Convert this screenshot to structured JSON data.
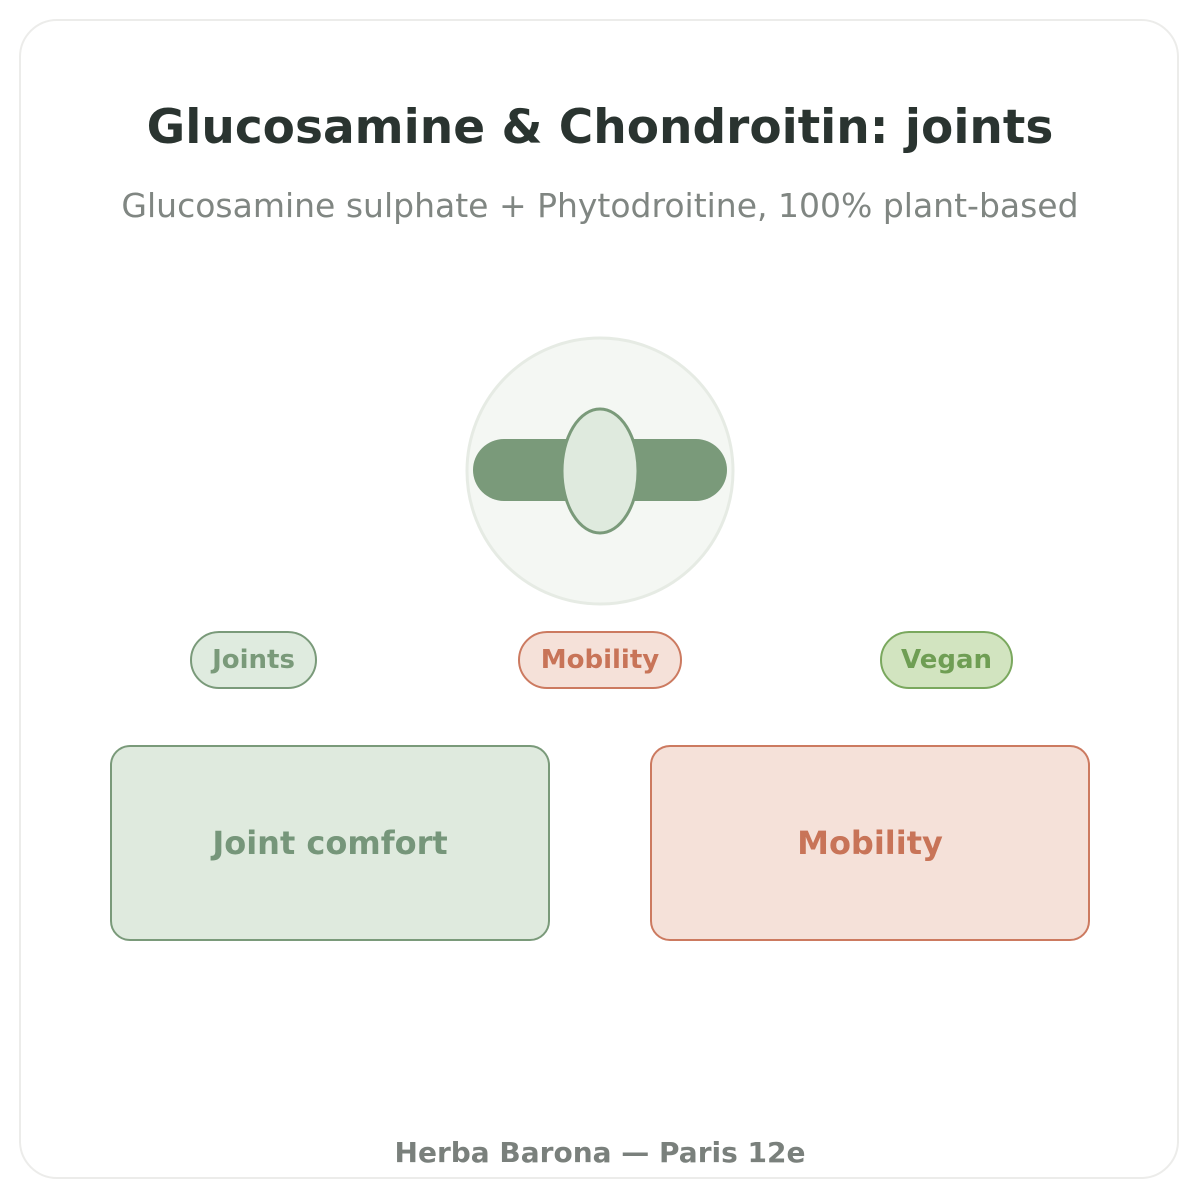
{
  "header": {
    "title": "Glucosamine & Chondroitin: joints",
    "subtitle": "Glucosamine sulphate + Phytodroitine, 100% plant-based"
  },
  "emblem": {
    "icon": "joint-icon",
    "colors": {
      "circle_fill": "#f4f7f3",
      "circle_stroke": "#e6ebe4",
      "bone": "#7a9a7a",
      "cartilage_fill": "#dfeade",
      "cartilage_stroke": "#7a9a7a"
    }
  },
  "tags": [
    {
      "label": "Joints",
      "color": "#7a9a7a"
    },
    {
      "label": "Mobility",
      "color": "#c87458"
    },
    {
      "label": "Vegan",
      "color": "#6f9e54"
    }
  ],
  "benefits": [
    {
      "label": "Joint comfort",
      "color": "#76967a"
    },
    {
      "label": "Mobility",
      "color": "#c87458"
    }
  ],
  "footer": {
    "text": "Herba Barona — Paris 12e"
  }
}
